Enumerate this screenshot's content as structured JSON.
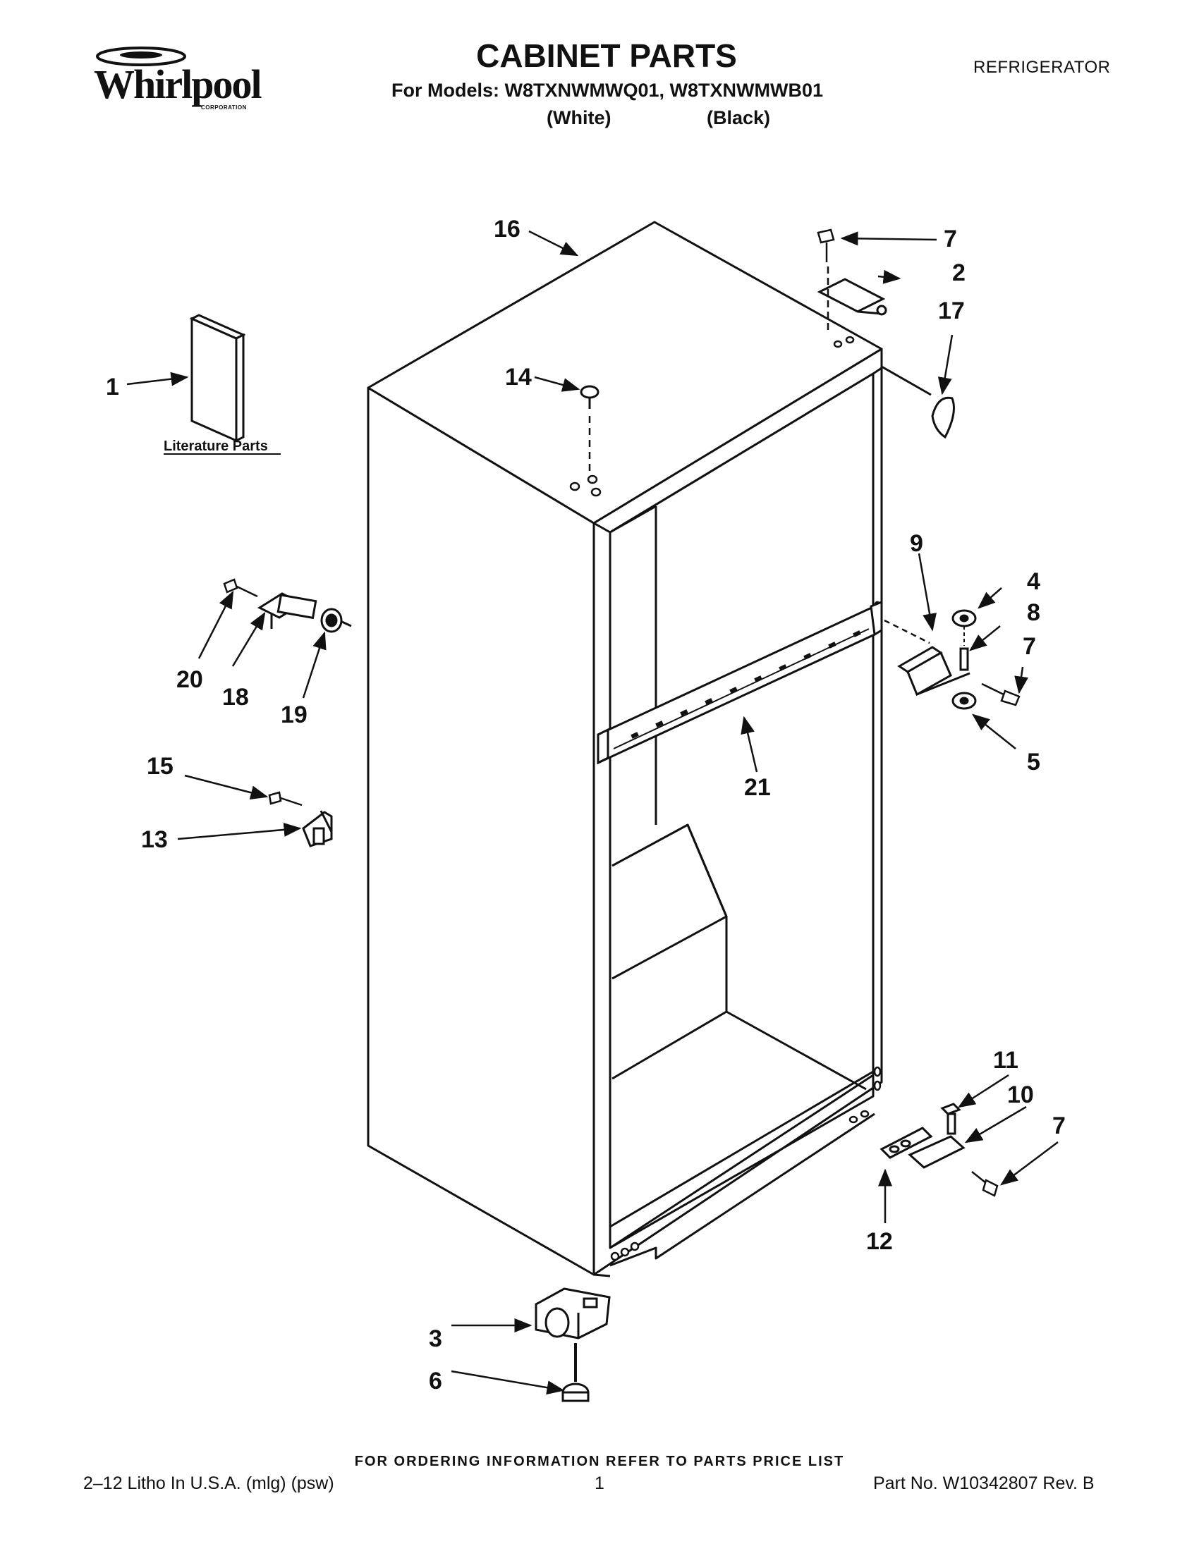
{
  "header": {
    "brand": "Whirlpool",
    "brand_sub": "CORPORATION",
    "title": "CABINET PARTS",
    "models_line": "For Models: W8TXNWMWQ01, W8TXNWMWB01",
    "variant_white": "(White)",
    "variant_black": "(Black)",
    "category": "REFRIGERATOR"
  },
  "diagram": {
    "literature_label": "Literature Parts",
    "callouts": {
      "c1": "1",
      "c2": "2",
      "c3": "3",
      "c4": "4",
      "c5": "5",
      "c6": "6",
      "c7a": "7",
      "c7b": "7",
      "c7c": "7",
      "c8": "8",
      "c9": "9",
      "c10": "10",
      "c11": "11",
      "c12": "12",
      "c13": "13",
      "c14": "14",
      "c15": "15",
      "c16": "16",
      "c17": "17",
      "c18": "18",
      "c19": "19",
      "c20": "20",
      "c21": "21"
    }
  },
  "footer": {
    "order_note": "FOR ORDERING INFORMATION REFER TO PARTS PRICE LIST",
    "litho": "2–12 Litho In U.S.A. (mlg) (psw)",
    "page": "1",
    "part_no": "Part No. W10342807 Rev. B"
  }
}
